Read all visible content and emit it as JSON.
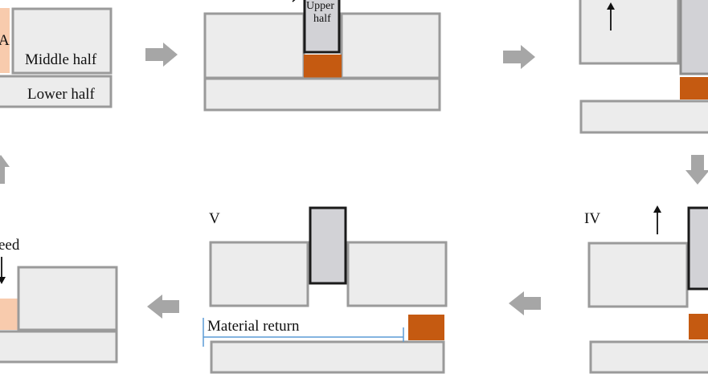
{
  "labels": {
    "middle_half": "Middle half",
    "lower_half": "Lower half",
    "upper_half_line1": "Upper",
    "upper_half_line2": "half",
    "stage_iv": "IV",
    "stage_v": "V",
    "material_return": "Material return",
    "partial_a": "A",
    "partial_feed": "eed"
  },
  "colors": {
    "material": "#c55a11",
    "material_light": "#f8cbad",
    "die_fill": "#ececec",
    "die_stroke": "#9a9a9a",
    "punch_fill": "#d2d2d6",
    "flow_arrow": "#a6a6a6",
    "return_line": "#5b9bd5"
  }
}
